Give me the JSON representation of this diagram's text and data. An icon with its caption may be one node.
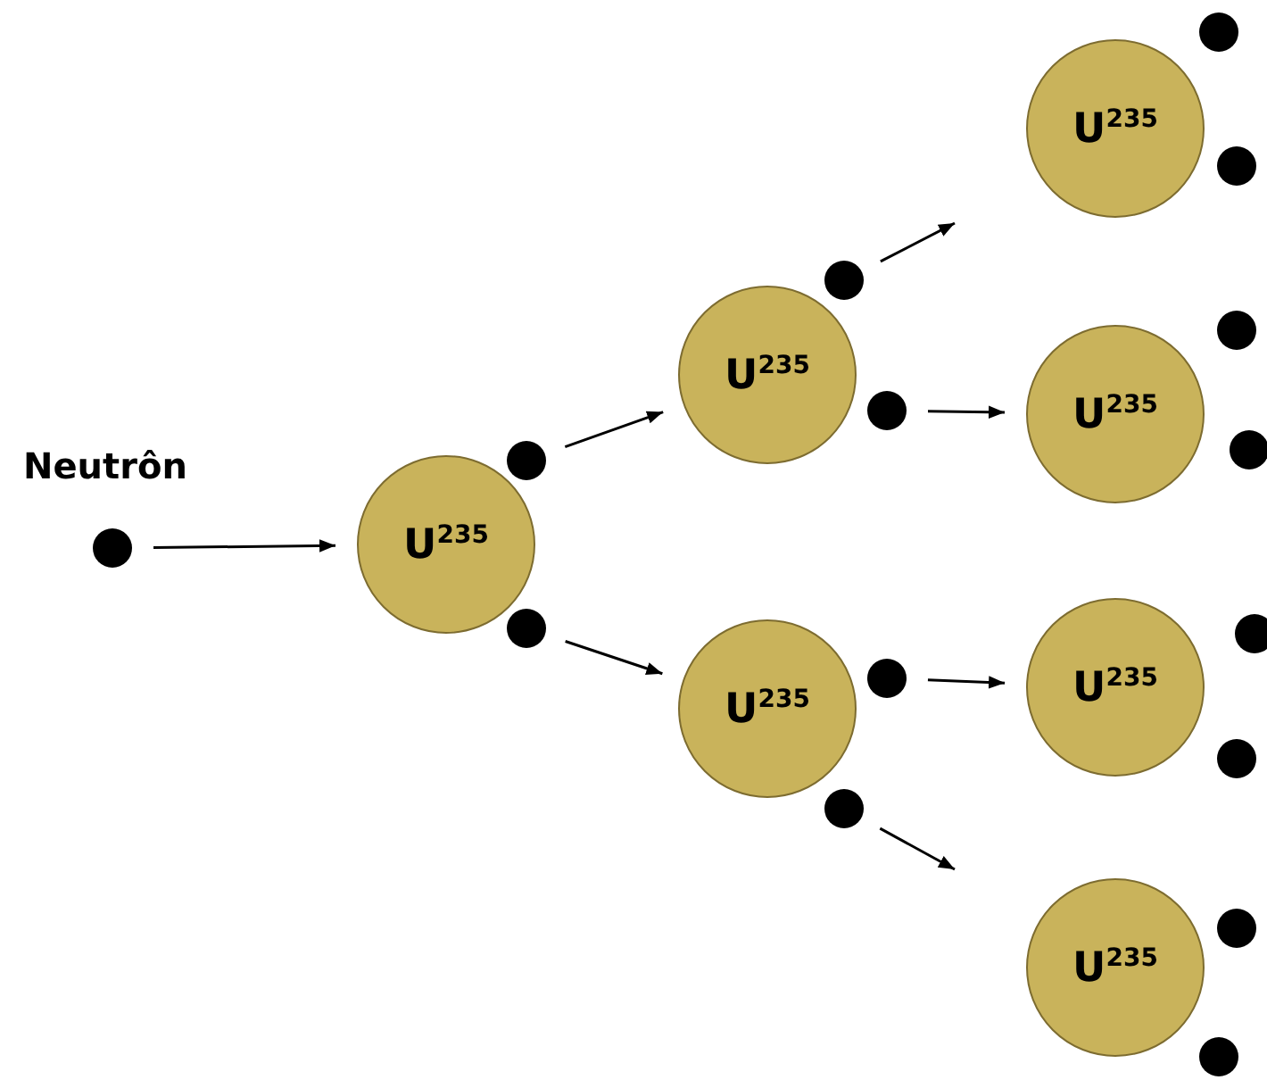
{
  "diagram": {
    "nodes": [
      {
        "text": [],
        "shape": "circle",
        "beside": [
          "Neutrôn"
        ]
      },
      {
        "text": [
          "U$^{235}$"
        ]
      },
      {
        "text": [],
        "shape": "circle"
      },
      {
        "text": [],
        "shape": "circle"
      },
      {
        "text": [
          "U$^{235}$"
        ]
      },
      {
        "text": [],
        "shape": "circle"
      },
      {
        "text": [],
        "shape": "circle"
      },
      {
        "text": [
          "U$^{235}$"
        ]
      },
      {
        "text": [],
        "shape": "circle"
      },
      {
        "text": [],
        "shape": "circle"
      },
      {
        "text": [
          "U$^{235}$"
        ]
      },
      {
        "text": [],
        "shape": "circle"
      },
      {
        "text": [],
        "shape": "circle"
      },
      {
        "text": [
          "U$^{235}$"
        ]
      },
      {
        "text": [],
        "shape": "circle"
      },
      {
        "text": [],
        "shape": "circle"
      },
      {
        "text": [
          "U$^{235}$"
        ]
      },
      {
        "text": [],
        "shape": "circle"
      },
      {
        "text": [],
        "shape": "circle"
      },
      {
        "text": [
          "U$^{235}$"
        ]
      },
      {
        "text": [],
        "shape": "circle"
      },
      {
        "text": [],
        "shape": "circle"
      }
    ],
    "edges": [
      {
        "from": 0,
        "to": 1,
        "arrow": "to"
      },
      {
        "from": 2,
        "to": 4,
        "arrow": "to"
      },
      {
        "from": 3,
        "to": 7,
        "arrow": "to"
      },
      {
        "from": 5,
        "to": null,
        "arrow": "to"
      },
      {
        "from": 6,
        "to": 13,
        "arrow": "to"
      },
      {
        "from": 8,
        "to": 16,
        "arrow": "to"
      },
      {
        "from": 9,
        "to": null,
        "arrow": "to"
      }
    ]
  }
}
